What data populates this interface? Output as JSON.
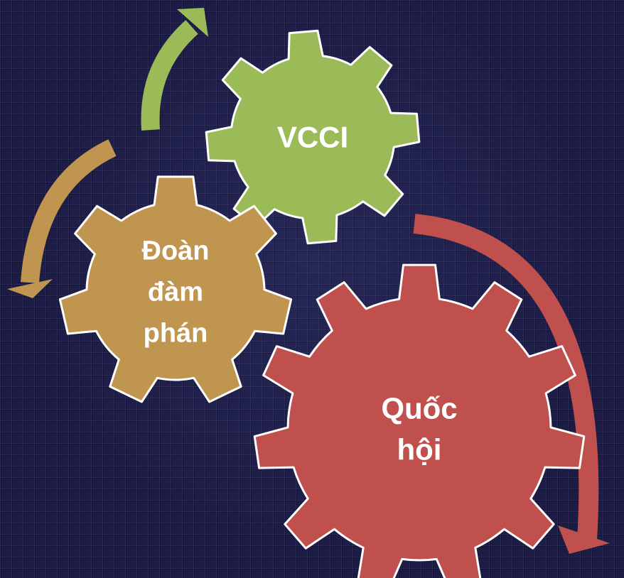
{
  "gears": {
    "vcci": {
      "label_lines": [
        "VCCI"
      ],
      "color": "#9bbb59"
    },
    "doan_dam_phan": {
      "label_lines": [
        "Đoàn",
        "đàm",
        "phán"
      ],
      "color": "#c0954f"
    },
    "quoc_hoi": {
      "label_lines": [
        "Quốc",
        "hội"
      ],
      "color": "#c0504d"
    }
  },
  "arrows": {
    "green": {
      "color": "#9bbb59"
    },
    "tan": {
      "color": "#c0954f"
    },
    "red": {
      "color": "#c0504d"
    }
  }
}
